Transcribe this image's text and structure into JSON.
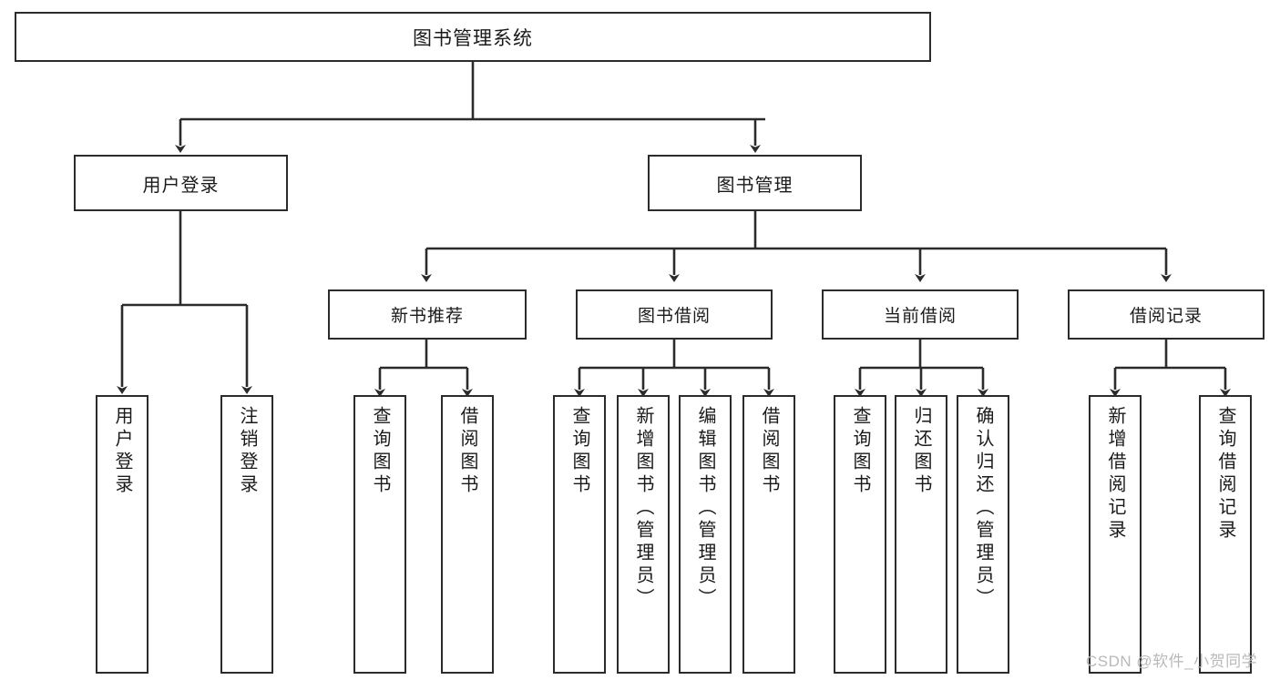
{
  "diagram": {
    "title": "图书管理系统",
    "watermark": "CSDN @软件_小贺同学",
    "root": {
      "label": "图书管理系统"
    },
    "level2": [
      {
        "key": "user-login",
        "label": "用户登录"
      },
      {
        "key": "book-management",
        "label": "图书管理"
      }
    ],
    "level3": [
      {
        "key": "new-book-recommend",
        "label": "新书推荐"
      },
      {
        "key": "book-borrow",
        "label": "图书借阅"
      },
      {
        "key": "current-borrow",
        "label": "当前借阅"
      },
      {
        "key": "borrow-record",
        "label": "借阅记录"
      }
    ],
    "leaves": {
      "user_login": [
        {
          "key": "user-login-leaf",
          "label": "用户登录"
        },
        {
          "key": "user-logout-leaf",
          "label": "注销登录"
        }
      ],
      "new_book_recommend": [
        {
          "key": "query-book-1",
          "label": "查询图书"
        },
        {
          "key": "borrow-book-1",
          "label": "借阅图书"
        }
      ],
      "book_borrow": [
        {
          "key": "query-book-2",
          "label": "查询图书"
        },
        {
          "key": "add-book-admin",
          "label": "新增图书（管理员）"
        },
        {
          "key": "edit-book-admin",
          "label": "编辑图书（管理员）"
        },
        {
          "key": "borrow-book-2",
          "label": "借阅图书"
        }
      ],
      "current_borrow": [
        {
          "key": "query-book-3",
          "label": "查询图书"
        },
        {
          "key": "return-book",
          "label": "归还图书"
        },
        {
          "key": "confirm-return-admin",
          "label": "确认归还（管理员）"
        }
      ],
      "borrow_record": [
        {
          "key": "add-borrow-record",
          "label": "新增借阅记录"
        },
        {
          "key": "query-borrow-record",
          "label": "查询借阅记录"
        }
      ]
    },
    "colors": {
      "stroke": "#2b2b2b",
      "background": "#ffffff",
      "text": "#1a1a1a",
      "watermark": "#b9b9b9"
    }
  }
}
